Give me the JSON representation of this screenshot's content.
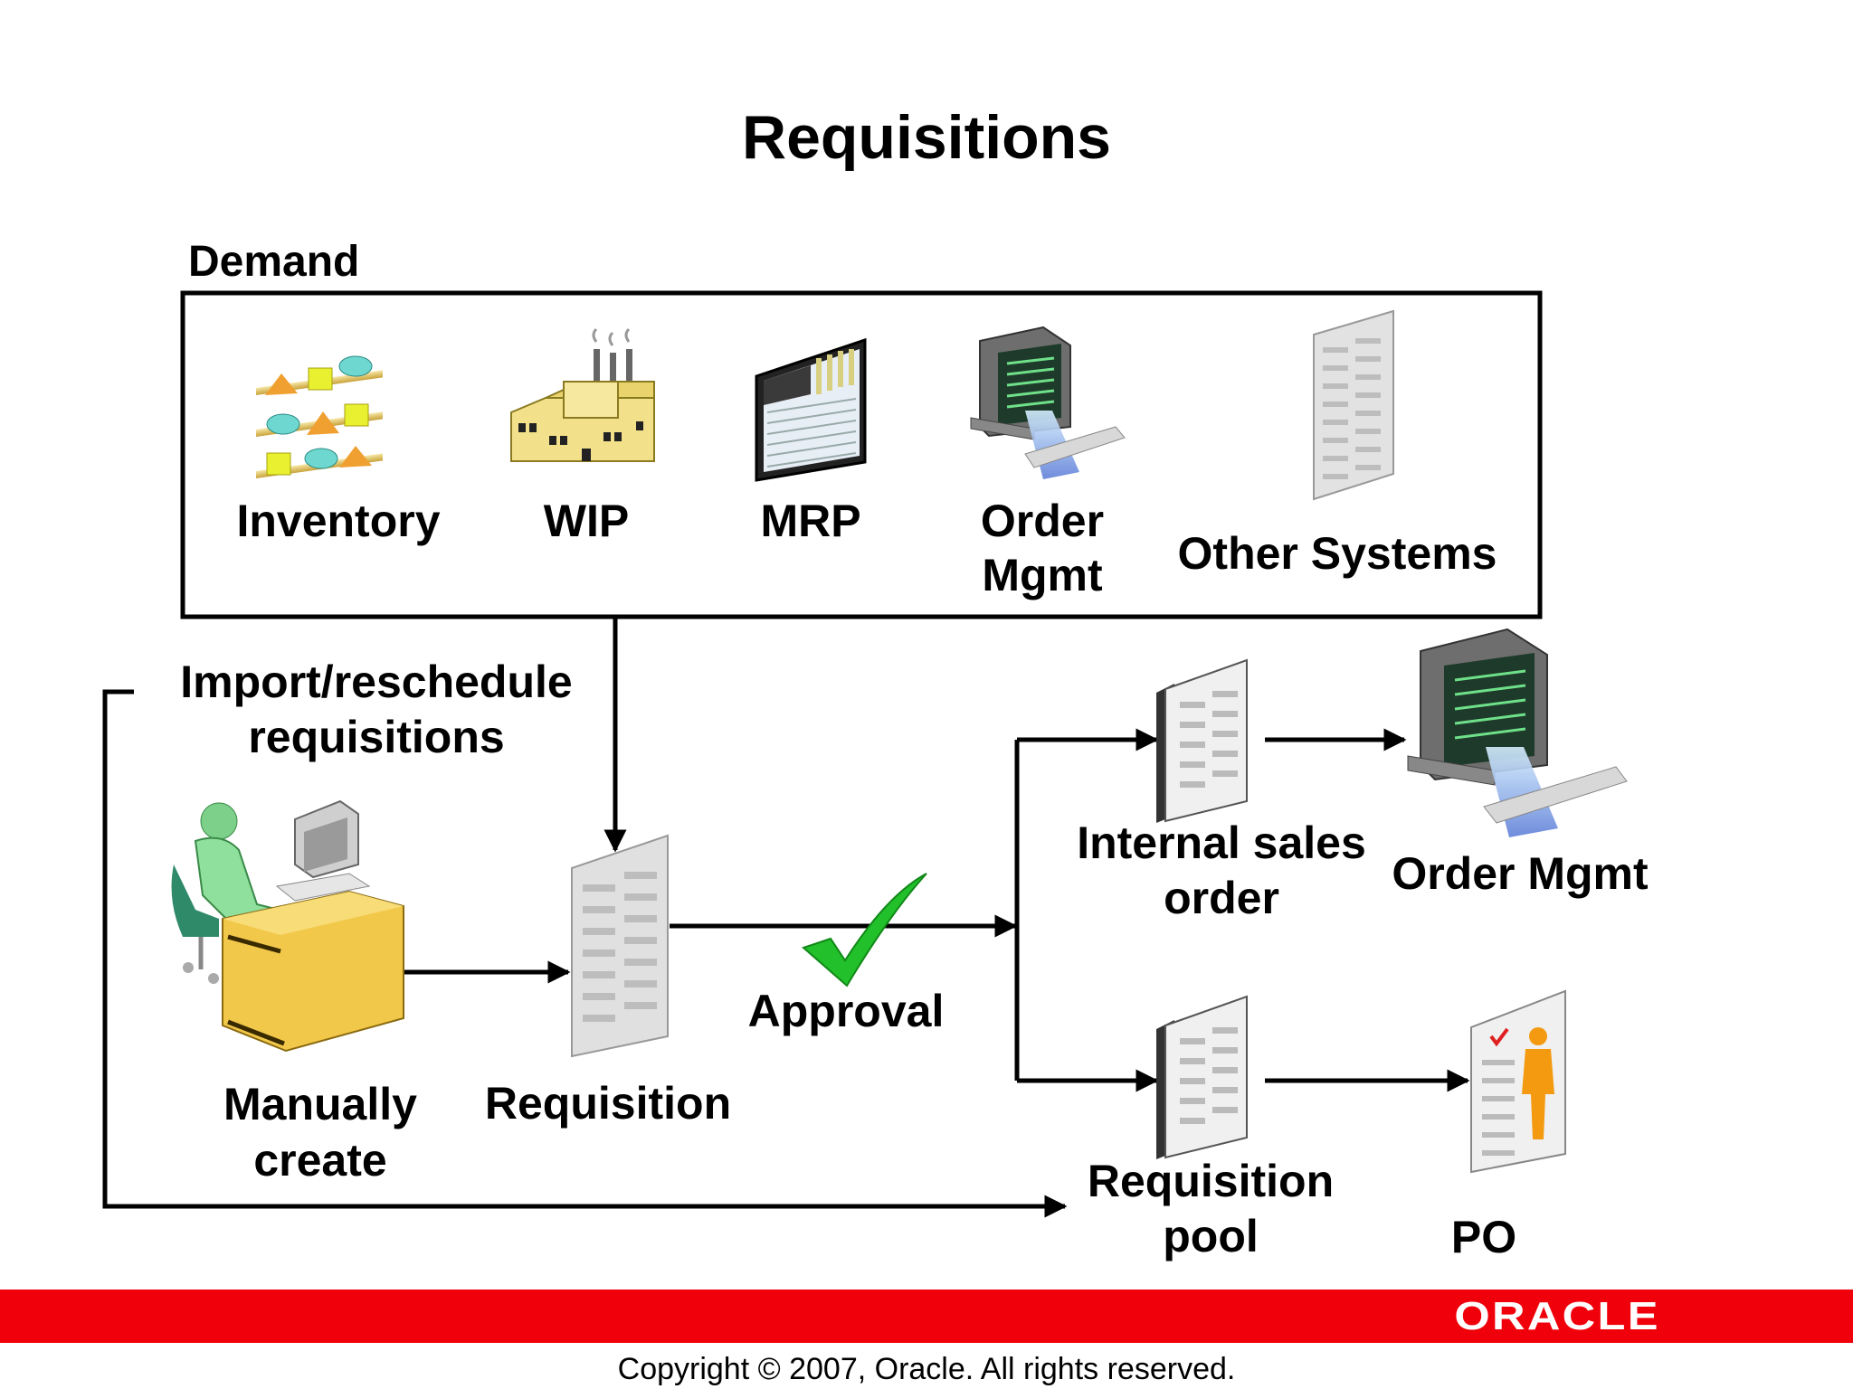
{
  "title": "Requisitions",
  "demand": {
    "label": "Demand",
    "sources": [
      {
        "label": "Inventory",
        "icon": "inventory-shelves-icon"
      },
      {
        "label": "WIP",
        "icon": "factory-icon"
      },
      {
        "label": "MRP",
        "icon": "spreadsheet-monitor-icon"
      },
      {
        "label": "Order Mgmt",
        "icon": "computer-terminal-icon"
      },
      {
        "label": "Other Systems",
        "icon": "document-icon"
      }
    ]
  },
  "flow": {
    "import_label": "Import/reschedule requisitions",
    "manual_label": "Manually create",
    "requisition_label": "Requisition",
    "approval_label": "Approval",
    "internal_sales_order_label": "Internal sales order",
    "order_mgmt_label": "Order Mgmt",
    "requisition_pool_label": "Requisition pool",
    "po_label": "PO"
  },
  "footer": {
    "brand": "ORACLE",
    "copyright": "Copyright © 2007, Oracle. All rights reserved."
  },
  "colors": {
    "accent_red": "#f0000a",
    "approval_green": "#22c02a"
  }
}
